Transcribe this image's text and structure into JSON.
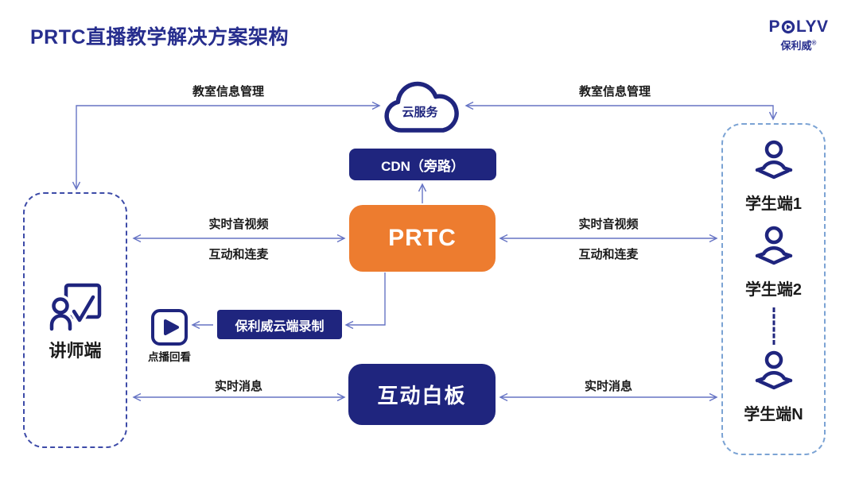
{
  "title": "PRTC直播教学解决方案架构",
  "logo": {
    "text_p": "P",
    "text_lyv": "LYV",
    "caption": "保利威",
    "reg": "®"
  },
  "nodes": {
    "cloud": "云服务",
    "cdn": "CDN（旁路）",
    "prtc": "PRTC",
    "recording": "保利威云端录制",
    "playback_caption": "点播回看",
    "whiteboard": "互动白板",
    "teacher": "讲师端",
    "student1": "学生端1",
    "student2": "学生端2",
    "studentN": "学生端N"
  },
  "edge_labels": {
    "classroom_info_left": "教室信息管理",
    "classroom_info_right": "教室信息管理",
    "realtime_av_left": "实时音视频",
    "interact_mic_left": "互动和连麦",
    "realtime_av_right": "实时音视频",
    "interact_mic_right": "互动和连麦",
    "realtime_msg_left": "实时消息",
    "realtime_msg_right": "实时消息"
  },
  "colors": {
    "navy": "#1F257E",
    "orange": "#ED7C2F",
    "arrow": "#6674C4",
    "dash_teacher": "#3D4BA8",
    "dash_students": "#7BA3D4",
    "label_text": "#1A1A1A"
  }
}
